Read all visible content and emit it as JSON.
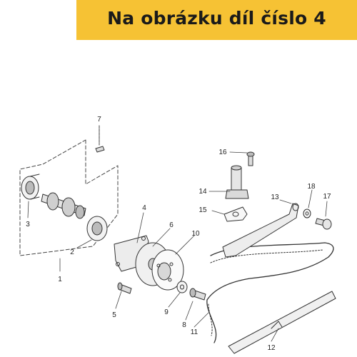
{
  "banner": {
    "text": "Na obrázku díl číslo 4",
    "color": "#f6c234"
  },
  "callouts": [
    "1",
    "2",
    "3",
    "4",
    "5",
    "6",
    "7",
    "8",
    "9",
    "10",
    "11",
    "12",
    "13",
    "14",
    "15",
    "16",
    "17",
    "18"
  ]
}
